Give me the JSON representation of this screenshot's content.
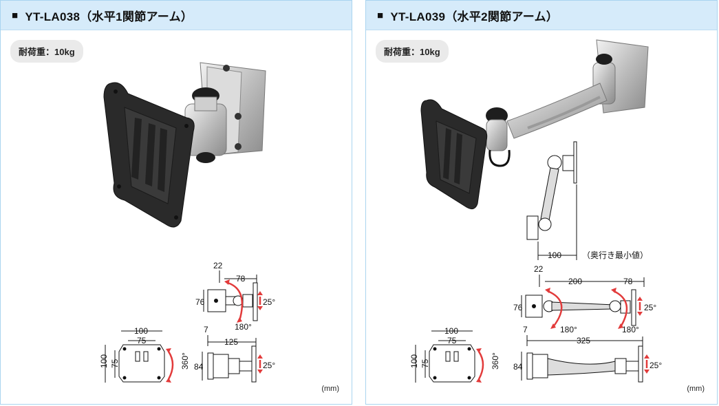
{
  "panels": [
    {
      "header_square": "■",
      "title": "YT-LA038（水平1関節アーム）",
      "load": "耐荷重：10kg",
      "unit": "(mm)",
      "dims": {
        "top_side": {
          "d1": "22",
          "d2": "78",
          "h": "76",
          "tilt": "25°",
          "swing": "180°"
        },
        "front": {
          "w1": "100",
          "w2": "75",
          "h1": "100",
          "h2": "75",
          "rot": "360°"
        },
        "bottom_side": {
          "d1": "7",
          "d2": "125",
          "h": "84",
          "tilt": "25°"
        }
      }
    },
    {
      "header_square": "■",
      "title": "YT-LA039（水平2関節アーム）",
      "load": "耐荷重：10kg",
      "unit": "(mm)",
      "min_depth": {
        "value": "100",
        "label": "（奥行き最小値）"
      },
      "dims": {
        "top_side": {
          "d1": "22",
          "d2": "200",
          "d3": "78",
          "h": "76",
          "tilt": "25°",
          "swing1": "180°",
          "swing2": "180°"
        },
        "front": {
          "w1": "100",
          "w2": "75",
          "h1": "100",
          "h2": "75",
          "rot": "360°"
        },
        "bottom_side": {
          "d1": "7",
          "d2": "325",
          "h": "84",
          "tilt": "25°"
        }
      }
    }
  ],
  "colors": {
    "header_bg": "#d6ebfa",
    "border": "#a9d4ef",
    "accent_red": "#e23b3b"
  }
}
